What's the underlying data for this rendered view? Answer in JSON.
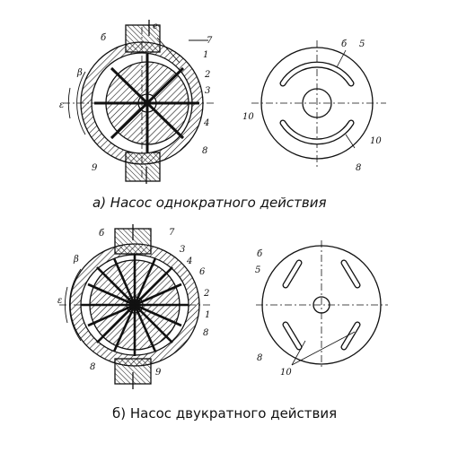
{
  "captions": {
    "a": "а) Насос однократного действия",
    "b": "б) Насос двукратного действия"
  },
  "labels_a_pump": [
    "б",
    "7",
    "1",
    "2",
    "3",
    "4",
    "8",
    "9",
    "β",
    "ε",
    "e"
  ],
  "labels_a_plate": [
    "б",
    "5",
    "10",
    "10",
    "8"
  ],
  "labels_b_pump": [
    "б",
    "7",
    "3",
    "4",
    "6",
    "2",
    "1",
    "8",
    "8",
    "9",
    "β",
    "ε"
  ],
  "labels_b_plate": [
    "б",
    "5",
    "8",
    "10"
  ],
  "colors": {
    "ink": "#111111",
    "background": "#ffffff"
  }
}
